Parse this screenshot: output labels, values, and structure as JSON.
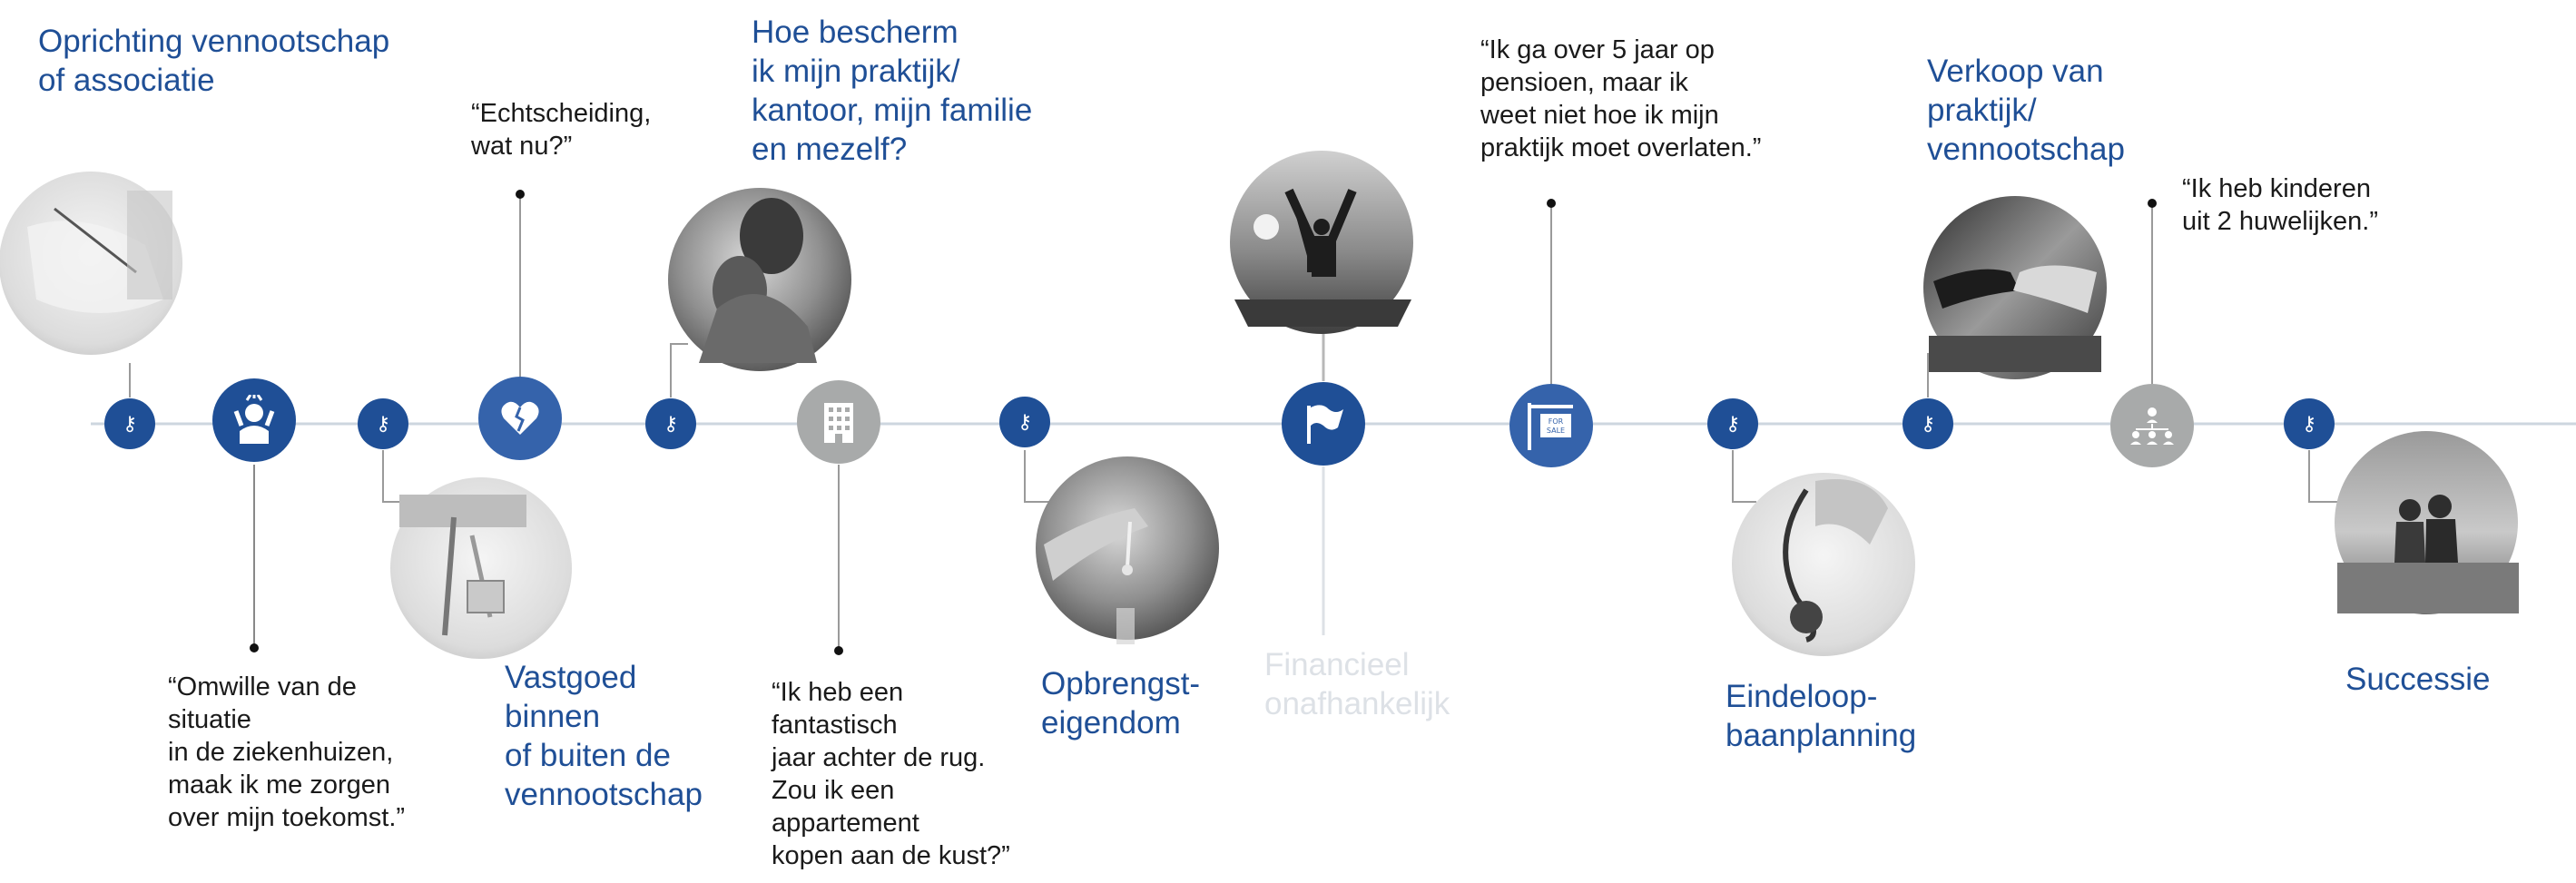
{
  "colors": {
    "brand": "#1f4f96",
    "grey_node": "#a8aaaa",
    "line": "#cdd6df",
    "quote_text": "#1a1a1a",
    "faded_title": "#dde1e6"
  },
  "titles": {
    "oprichting": "Oprichting vennootschap\nof associatie",
    "bescherm": "Hoe bescherm\nik mijn praktijk/\nkantoor, mijn familie\nen mezelf?",
    "verkoop": "Verkoop van\npraktijk/\nvennootschap",
    "vastgoed": "Vastgoed\nbinnen\nof buiten de\nvennootschap",
    "opbrengst": "Opbrengst-\neigendom",
    "financieel": "Financieel\nonafhankelijk",
    "eindeloop": "Eindeloop-\nbaanplanning",
    "successie": "Successie"
  },
  "quotes": {
    "echtscheiding": "“Echtscheiding,\nwat nu?”",
    "pensioen": "“Ik ga over 5 jaar op\npensioen, maar ik\nweet niet hoe ik mijn\npraktijk moet overlaten.”",
    "kinderen": "“Ik heb kinderen\nuit 2 huwelijken.”",
    "ziekenhuizen": "“Omwille van de\nsituatie\nin de ziekenhuizen,\nmaak ik me zorgen\nover mijn toekomst.”",
    "appartement": "“Ik heb een\nfantastisch\njaar achter de rug.\nZou ik een\nappartement\nkopen aan de kust?”"
  },
  "icons": {
    "key": "key-icon",
    "stress": "stressed-person-icon",
    "broken_heart": "broken-heart-icon",
    "building": "building-icon",
    "flag": "flag-icon",
    "for_sale": "for-sale-sign-icon",
    "org_chart": "family-tree-icon"
  },
  "sign_text": "FOR\nSALE"
}
